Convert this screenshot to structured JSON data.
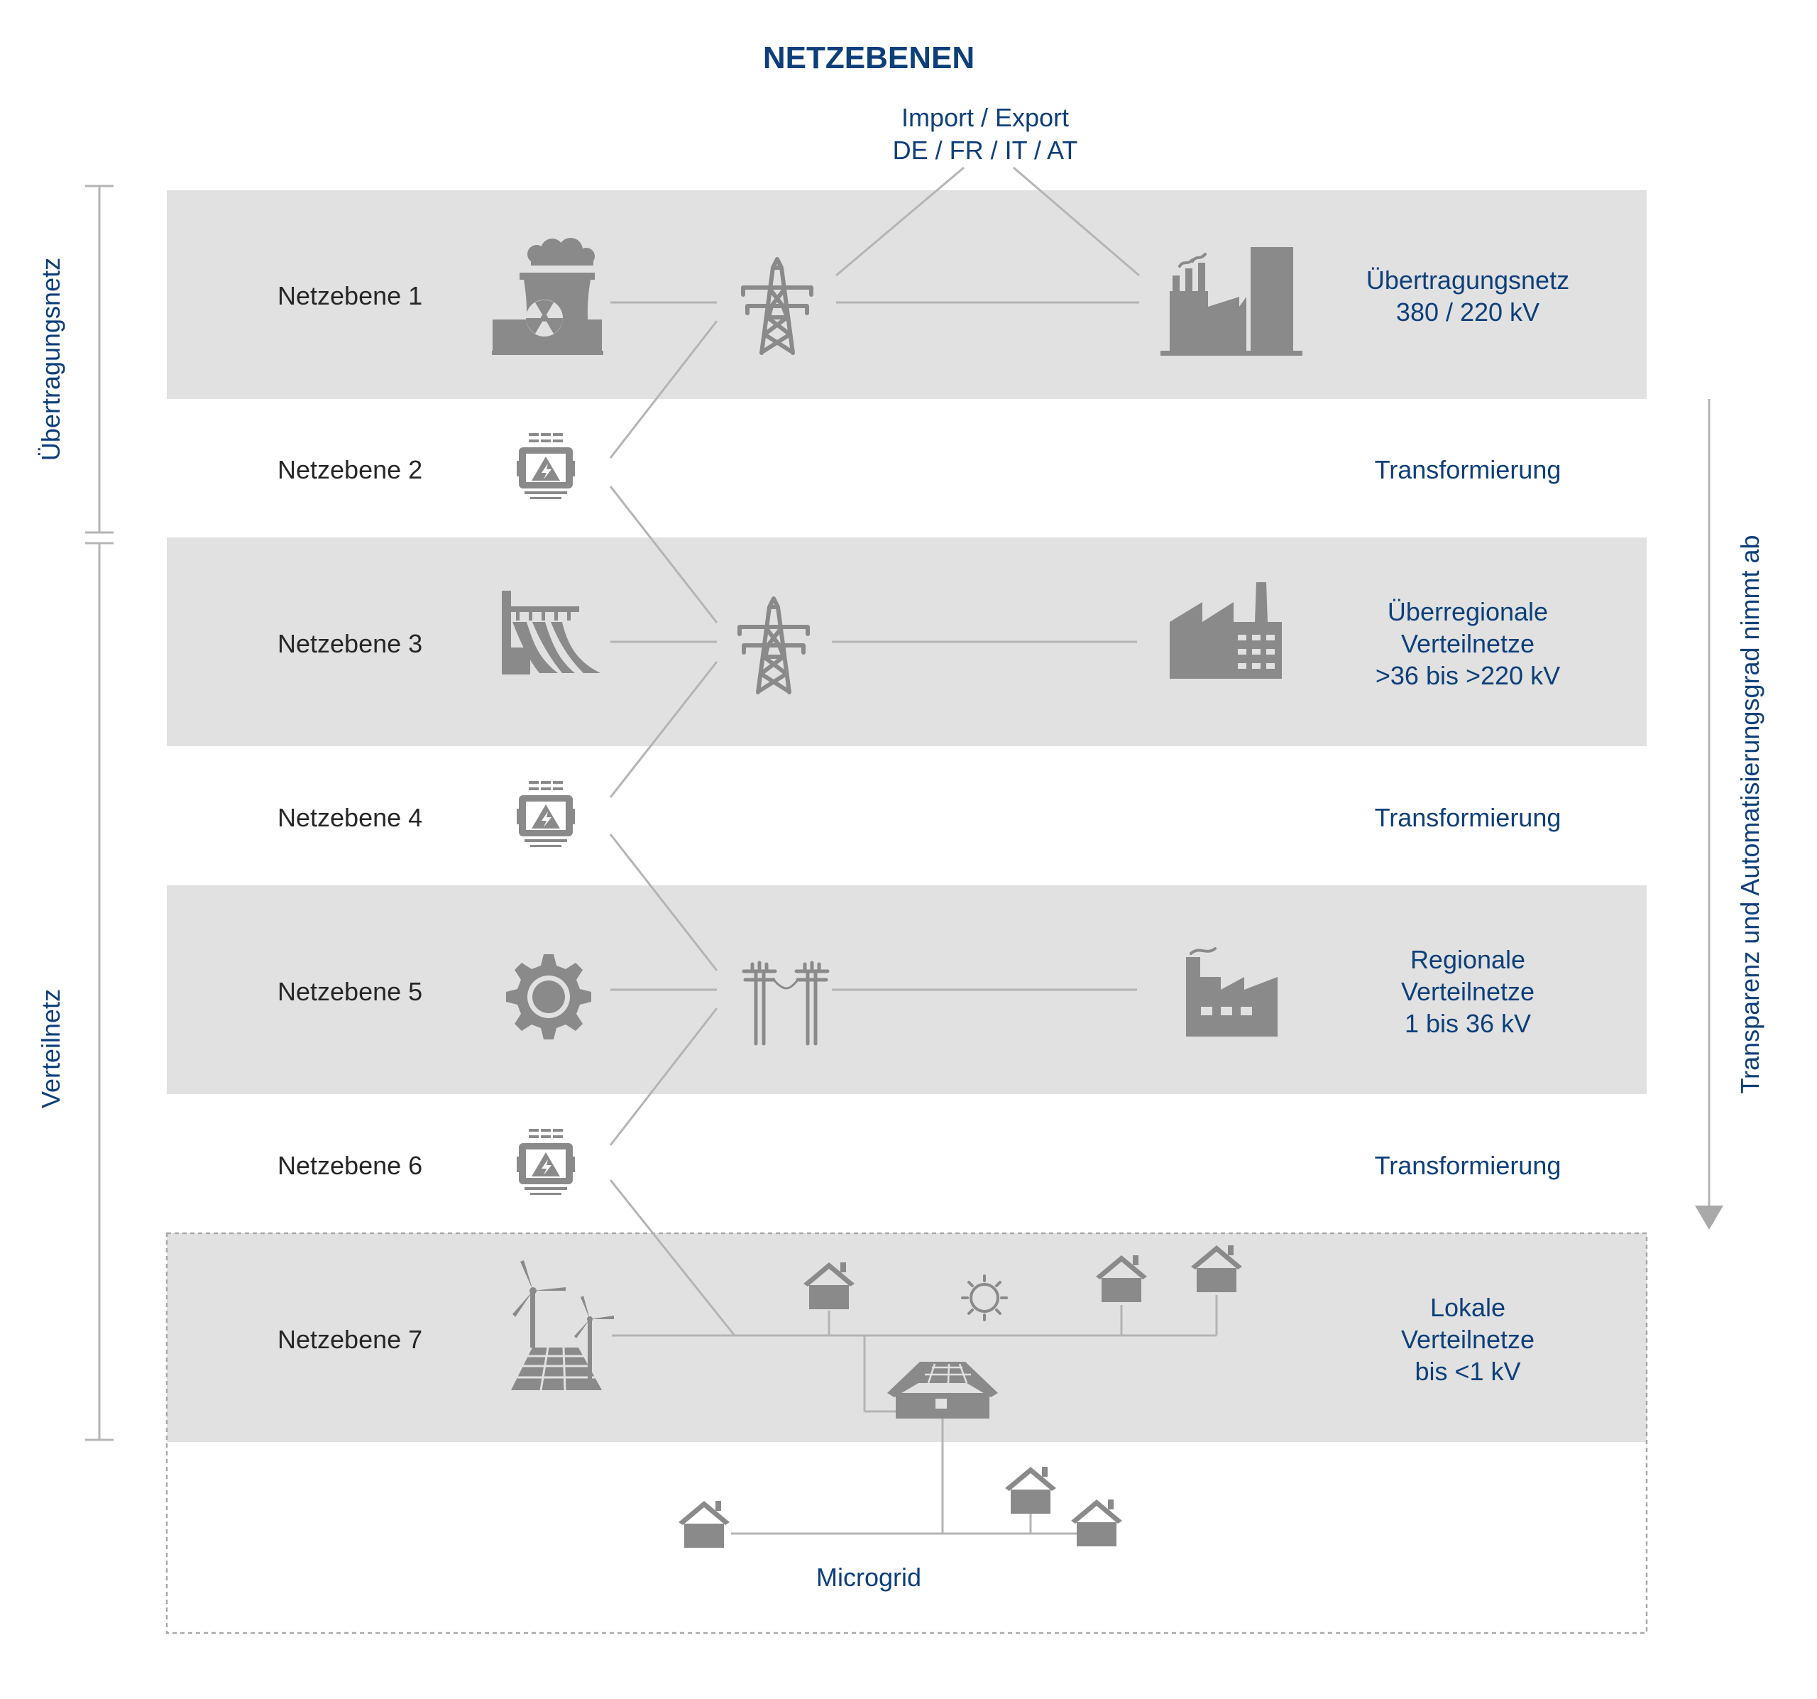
{
  "title": "NETZEBENEN",
  "import_export": {
    "line1": "Import / Export",
    "line2": "DE / FR / IT / AT"
  },
  "levels": [
    {
      "label": "Netzebene 1",
      "right": [
        "Übertragungsnetz",
        "380 / 220 kV"
      ]
    },
    {
      "label": "Netzebene 2",
      "right": [
        "Transformierung"
      ]
    },
    {
      "label": "Netzebene 3",
      "right": [
        "Überregionale",
        "Verteilnetze",
        ">36 bis >220 kV"
      ]
    },
    {
      "label": "Netzebene 4",
      "right": [
        "Transformierung"
      ]
    },
    {
      "label": "Netzebene 5",
      "right": [
        "Regionale",
        "Verteilnetze",
        "1 bis 36 kV"
      ]
    },
    {
      "label": "Netzebene 6",
      "right": [
        "Transformierung"
      ]
    },
    {
      "label": "Netzebene 7",
      "right": [
        "Lokale",
        "Verteilnetze",
        "bis <1 kV"
      ]
    }
  ],
  "left_brackets": {
    "top": "Übertragungsnetz",
    "bottom": "Verteilnetz"
  },
  "right_arrow_label": "Transparenz und Automatisierungsgrad nimmt ab",
  "microgrid_label": "Microgrid",
  "colors": {
    "accent": "#0d3f7a",
    "band": "#e1e1e1",
    "icon": "#8a8a8a",
    "line": "#b4b4b4"
  },
  "icons": [
    "nuclear-plant-icon",
    "pylon-icon",
    "factory-icon",
    "transformer-icon",
    "hydro-dam-icon",
    "industry-icon",
    "turbine-gear-icon",
    "distribution-pole-icon",
    "small-factory-icon",
    "wind-solar-icon",
    "house-icon",
    "sun-icon",
    "solar-house-icon"
  ]
}
